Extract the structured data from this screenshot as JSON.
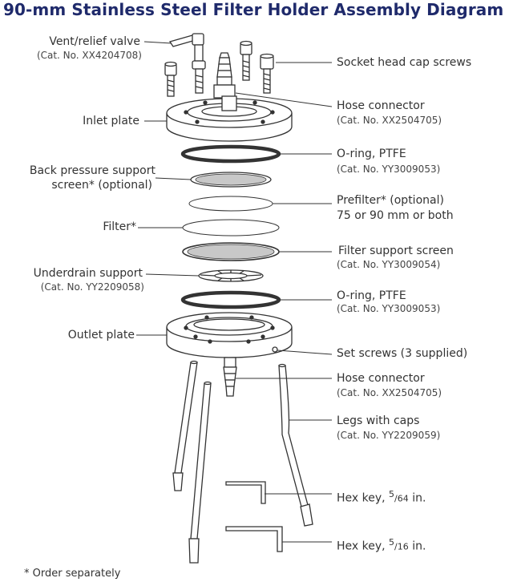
{
  "title": "90-mm Stainless Steel Filter Holder Assembly Diagram",
  "footnote": "* Order separately",
  "left_labels": {
    "vent_valve": {
      "name": "Vent/relief valve",
      "cat": "(Cat. No. XX4204708)"
    },
    "inlet_plate": {
      "name": "Inlet plate"
    },
    "back_pressure": {
      "line1": "Back pressure support",
      "line2": "screen* (optional)"
    },
    "filter": {
      "name": "Filter*"
    },
    "underdrain": {
      "name": "Underdrain support",
      "cat": "(Cat. No. YY2209058)"
    },
    "outlet_plate": {
      "name": "Outlet plate"
    }
  },
  "right_labels": {
    "socket_screws": {
      "name": "Socket head cap screws"
    },
    "hose_connector_top": {
      "name": "Hose connector",
      "cat": "(Cat. No. XX2504705)"
    },
    "oring_top": {
      "name": "O-ring, PTFE",
      "cat": "(Cat. No. YY3009053)"
    },
    "prefilter": {
      "line1": "Prefilter* (optional)",
      "line2": "75 or 90 mm or both"
    },
    "filter_support": {
      "name": "Filter support screen",
      "cat": "(Cat. No. YY3009054)"
    },
    "oring_bottom": {
      "name": "O-ring, PTFE",
      "cat": "(Cat. No. YY3009053)"
    },
    "set_screws": {
      "name": "Set screws (3 supplied)"
    },
    "hose_connector_bottom": {
      "name": "Hose connector",
      "cat": "(Cat. No. XX2504705)"
    },
    "legs": {
      "name": "Legs with caps",
      "cat": "(Cat. No. YY2209059)"
    },
    "hex_small": {
      "prefix": "Hex key, ",
      "num": "5",
      "den": "64",
      "suffix": " in."
    },
    "hex_large": {
      "prefix": "Hex key, ",
      "num": "5",
      "den": "16",
      "suffix": " in."
    }
  },
  "colors": {
    "title": "#1f2a6b",
    "line": "#333333",
    "screen_fill": "#c8c8c8"
  }
}
